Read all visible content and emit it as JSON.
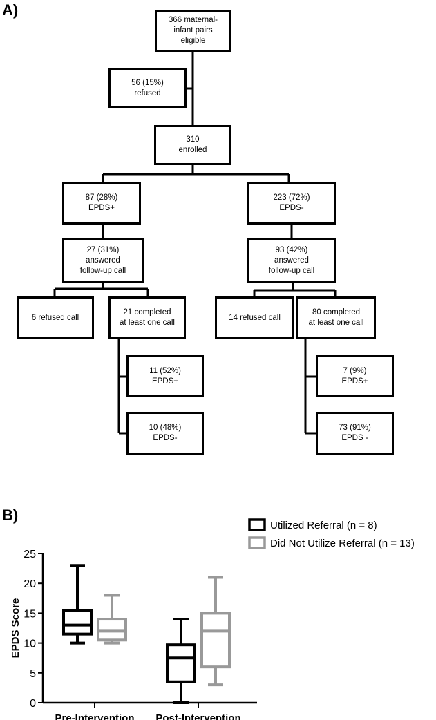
{
  "panel_a": {
    "label": "A)",
    "boxes": {
      "eligible": "366 maternal-\ninfant pairs\neligible",
      "refused": "56 (15%)\nrefused",
      "enrolled": "310\nenrolled",
      "epds_pos": "87 (28%)\nEPDS+",
      "epds_neg": "223 (72%)\nEPDS-",
      "answered_left": "27 (31%)\nanswered\nfollow-up call",
      "answered_right": "93 (42%)\nanswered\nfollow-up call",
      "refused_call_left": "6  refused  call",
      "completed_left": "21 completed\nat least one call",
      "refused_call_right": "14 refused call",
      "completed_right": "80 completed\nat least one call",
      "left_pos": "11 (52%)\nEPDS+",
      "left_neg": "10 (48%)\nEPDS-",
      "right_pos": "7 (9%)\nEPDS+",
      "right_neg": "73 (91%)\nEPDS -"
    }
  },
  "panel_b": {
    "label": "B)"
  },
  "chart_data": {
    "type": "box",
    "categories": [
      "Pre-Intervention",
      "Post-Intervention"
    ],
    "ylabel": "EPDS Score",
    "xlabel": "",
    "ylim": [
      0,
      25
    ],
    "yticks": [
      0,
      5,
      10,
      15,
      20,
      25
    ],
    "legend_position": "top-right",
    "series": [
      {
        "name": "Utilized Referral (n = 8)",
        "color": "#000000",
        "boxes": [
          {
            "min": 10,
            "q1": 11.5,
            "median": 13,
            "q3": 15.5,
            "max": 23
          },
          {
            "min": 0,
            "q1": 3.5,
            "median": 7.5,
            "q3": 9.7,
            "max": 14
          }
        ]
      },
      {
        "name": "Did Not Utilize Referral (n = 13)",
        "color": "#999999",
        "boxes": [
          {
            "min": 10,
            "q1": 10.5,
            "median": 12,
            "q3": 14,
            "max": 18
          },
          {
            "min": 3,
            "q1": 6,
            "median": 12,
            "q3": 15,
            "max": 21
          }
        ]
      }
    ]
  }
}
